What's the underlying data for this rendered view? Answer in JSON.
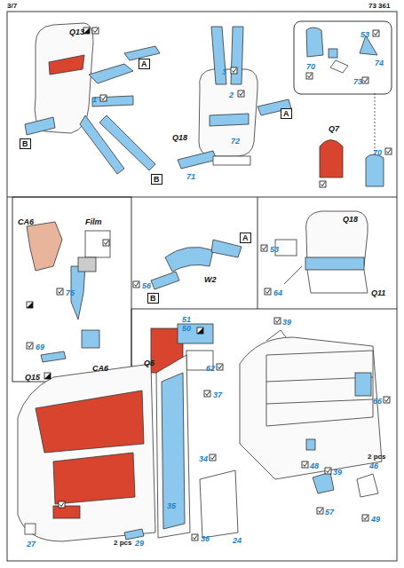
{
  "diagram": {
    "labels": [
      "3/7",
      "73 361",
      "Q13",
      "A",
      "B",
      "1",
      "3",
      "2",
      "A",
      "Q18",
      "72",
      "71",
      "B",
      "53",
      "74",
      "73",
      "70",
      "Q7",
      "70",
      "CA6",
      "Film",
      "75",
      "69",
      "CA6",
      "A",
      "W2",
      "56",
      "B",
      "Q18",
      "53",
      "64",
      "Q11",
      "51",
      "50",
      "Q5",
      "62",
      "37",
      "39",
      "66",
      "48",
      "39",
      "2 pcs",
      "46",
      "57",
      "49",
      "Q15",
      "34",
      "35",
      "24",
      "36",
      "27",
      "2 pcs",
      "29"
    ]
  }
}
